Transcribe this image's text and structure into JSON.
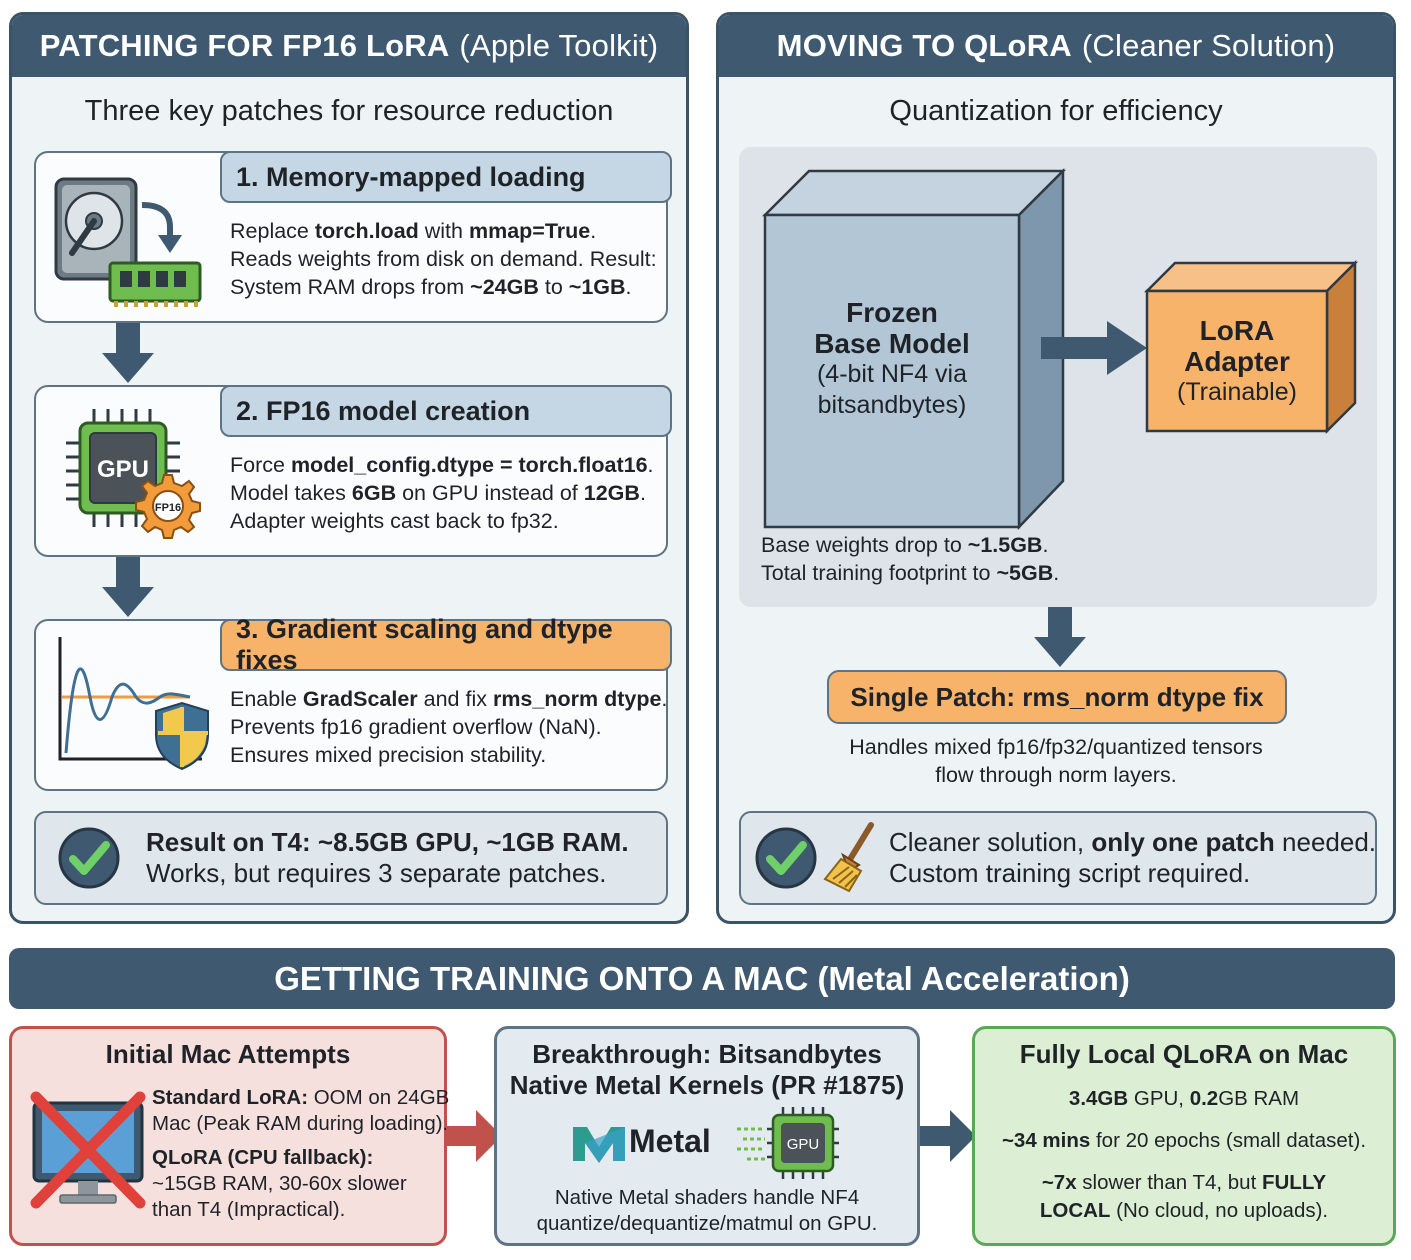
{
  "left_panel": {
    "title_strong": "PATCHING FOR FP16 LoRA",
    "title_light": "(Apple Toolkit)",
    "subtitle": "Three key patches for resource reduction",
    "step1": {
      "title": "1. Memory-mapped loading",
      "l1a": "Replace ",
      "l1b": "torch.load",
      "l1c": " with ",
      "l1d": "mmap=True",
      "l1e": ".",
      "l2": "Reads weights from disk on demand. Result:",
      "l3a": "System RAM drops from ",
      "l3b": "~24GB",
      "l3c": " to ",
      "l3d": "~1GB",
      "l3e": "."
    },
    "step2": {
      "title": "2. FP16 model creation",
      "gpu_label": "GPU",
      "gear_label": "FP16",
      "l1a": "Force ",
      "l1b": "model_config.dtype = torch.float16",
      "l1c": ".",
      "l2a": "Model takes ",
      "l2b": "6GB",
      "l2c": " on GPU instead of ",
      "l2d": "12GB",
      "l2e": ".",
      "l3": "Adapter weights cast back to fp32."
    },
    "step3": {
      "title": "3. Gradient scaling and dtype fixes",
      "l1a": "Enable ",
      "l1b": "GradScaler",
      "l1c": " and fix ",
      "l1d": "rms_norm dtype",
      "l1e": ".",
      "l2": "Prevents fp16 gradient overflow (NaN).",
      "l3": "Ensures mixed precision stability."
    },
    "result": {
      "l1": "Result on T4: ~8.5GB GPU, ~1GB RAM.",
      "l2": "Works, but requires 3 separate patches."
    }
  },
  "right_panel": {
    "title_strong": "MOVING TO QLoRA",
    "title_light": "(Cleaner Solution)",
    "subtitle": "Quantization for efficiency",
    "frozen": {
      "l1": "Frozen",
      "l2": "Base Model",
      "l3": "(4-bit NF4 via",
      "l4": "bitsandbytes)"
    },
    "adapter": {
      "l1": "LoRA",
      "l2": "Adapter",
      "l3": "(Trainable)"
    },
    "weights": {
      "l1a": "Base weights drop to ",
      "l1b": "~1.5GB",
      "l1c": ".",
      "l2a": "Total training footprint to ",
      "l2b": "~5GB",
      "l2c": "."
    },
    "single_patch": "Single Patch: rms_norm dtype fix",
    "handles_l1": "Handles mixed fp16/fp32/quantized tensors",
    "handles_l2": "flow through norm layers.",
    "result": {
      "l1a": "Cleaner solution, ",
      "l1b": "only one patch",
      "l1c": " needed.",
      "l2": "Custom training script required."
    }
  },
  "bottom": {
    "banner": "GETTING TRAINING ONTO A MAC (Metal Acceleration)",
    "card1": {
      "title": "Initial Mac Attempts",
      "a1b": "Standard LoRA:",
      "a1": " OOM on 24GB",
      "a2": "Mac (Peak RAM during loading).",
      "b1b": "QLoRA (CPU fallback):",
      "b2": "~15GB RAM, 30-60x slower",
      "b3": "than T4 (Impractical)."
    },
    "card2": {
      "title_l1": "Breakthrough: Bitsandbytes",
      "title_l2": "Native Metal Kernels (PR #1875)",
      "metal_label": "Metal",
      "gpu_label": "GPU",
      "l1": "Native Metal shaders handle NF4",
      "l2": "quantize/dequantize/matmul on GPU."
    },
    "card3": {
      "title": "Fully Local QLoRA on Mac",
      "l1a": "3.4GB",
      "l1b": " GPU, ",
      "l1c": "0.2",
      "l1d": "GB RAM",
      "l2a": "~34 mins",
      "l2b": " for 20 epochs (small dataset).",
      "l3a": "~7x",
      "l3b": " slower than T4, but ",
      "l3c": "FULLY",
      "l4a": "LOCAL",
      "l4b": " (No cloud, no uploads)."
    }
  },
  "colors": {
    "header_bg": "#3f5a70",
    "panel_bg": "#eef3f6",
    "tab_blue": "#c5d6e4",
    "tab_orange": "#f7b36a",
    "check_green": "#3d9b54",
    "card_red_bg": "#f6e0de",
    "card_green_bg": "#dcefd4"
  }
}
